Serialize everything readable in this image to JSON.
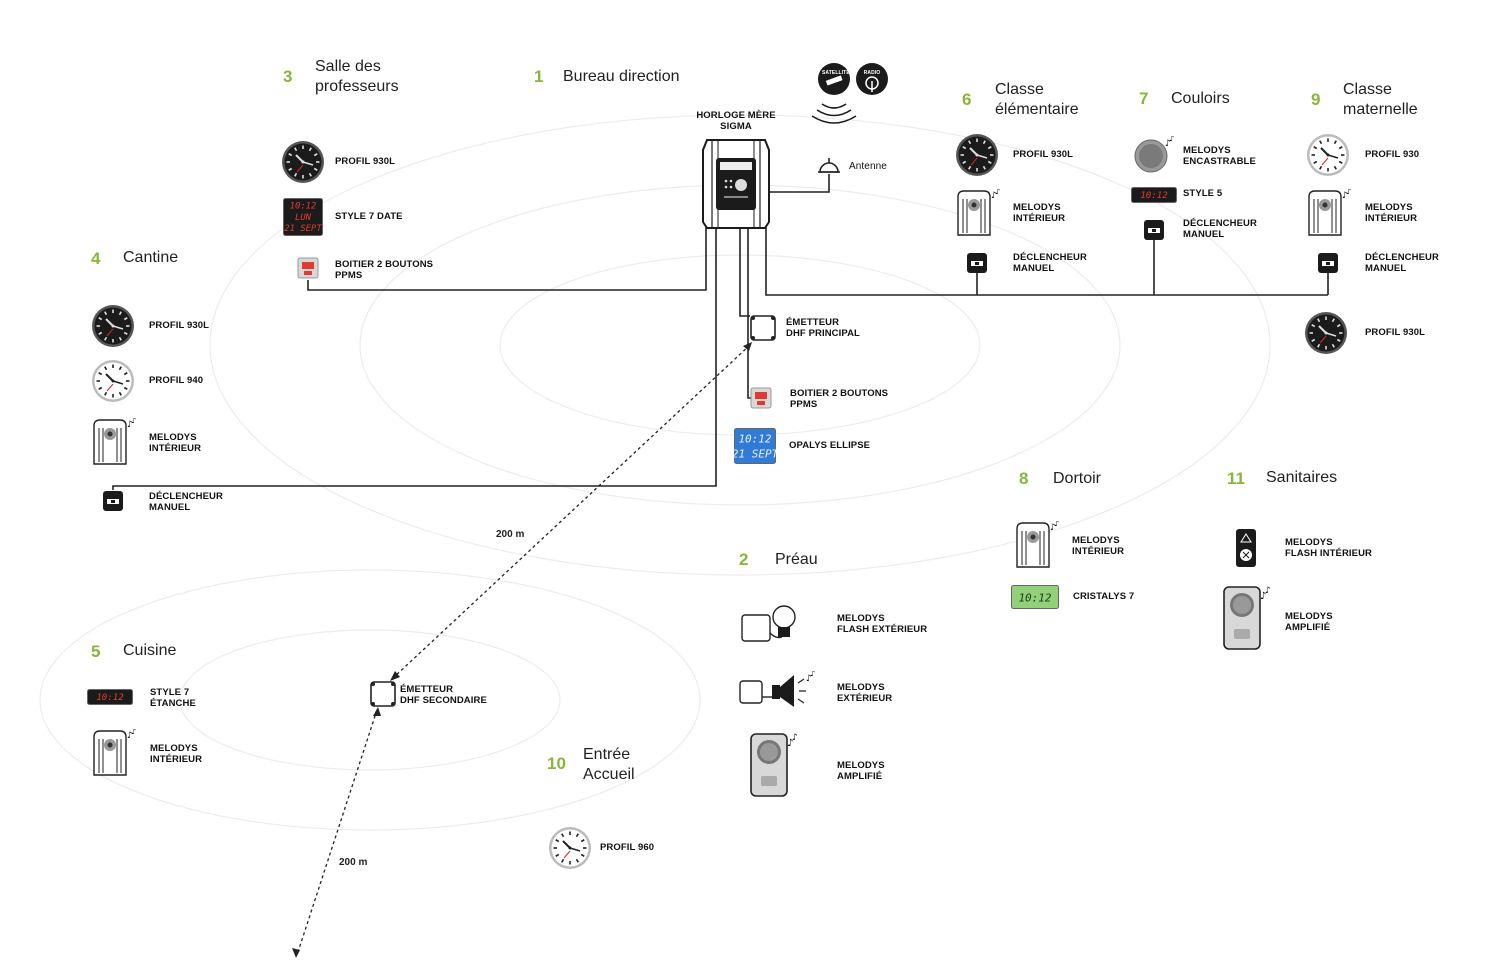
{
  "colors": {
    "accent": "#8ab43a",
    "wire": "#222222",
    "ring": "#e6e6e6",
    "device_dark": "#1b1b1b",
    "device_red": "#e23a2e",
    "lcd_blue": "#2f7bd6",
    "lcd_green": "#93d07a"
  },
  "master": {
    "title_line1": "HORLOGE MÈRE",
    "title_line2": "SIGMA",
    "antenna_label": "Antenne",
    "badge_satellite": "SATELLITE",
    "badge_radio": "RADIO"
  },
  "distances": {
    "first": "200 m",
    "second": "200 m"
  },
  "zones": [
    {
      "id": "bureau",
      "number": "1",
      "name_line1": "Bureau direction",
      "name_line2": ""
    },
    {
      "id": "preau",
      "number": "2",
      "name_line1": "Préau",
      "name_line2": ""
    },
    {
      "id": "salle",
      "number": "3",
      "name_line1": "Salle des",
      "name_line2": "professeurs"
    },
    {
      "id": "cantine",
      "number": "4",
      "name_line1": "Cantine",
      "name_line2": ""
    },
    {
      "id": "cuisine",
      "number": "5",
      "name_line1": "Cuisine",
      "name_line2": ""
    },
    {
      "id": "elementaire",
      "number": "6",
      "name_line1": "Classe",
      "name_line2": "élémentaire"
    },
    {
      "id": "couloirs",
      "number": "7",
      "name_line1": "Couloirs",
      "name_line2": ""
    },
    {
      "id": "dortoir",
      "number": "8",
      "name_line1": "Dortoir",
      "name_line2": ""
    },
    {
      "id": "maternelle",
      "number": "9",
      "name_line1": "Classe",
      "name_line2": "maternelle"
    },
    {
      "id": "accueil",
      "number": "10",
      "name_line1": "Entrée",
      "name_line2": "Accueil"
    },
    {
      "id": "sanitaires",
      "number": "11",
      "name_line1": "Sanitaires",
      "name_line2": ""
    }
  ],
  "devices": [
    {
      "id": "salle-profil-930l",
      "icon": "clock-dark",
      "line1": "PROFIL 930L",
      "line2": ""
    },
    {
      "id": "salle-style-7-date",
      "icon": "led-date",
      "line1": "STYLE 7 DATE",
      "line2": "",
      "display": [
        "10:12",
        "LUN",
        "21 SEPT"
      ]
    },
    {
      "id": "salle-boitier",
      "icon": "ppms-box",
      "line1": "BOITIER 2 BOUTONS",
      "line2": "PPMS"
    },
    {
      "id": "cantine-profil-930l",
      "icon": "clock-dark",
      "line1": "PROFIL 930L",
      "line2": ""
    },
    {
      "id": "cantine-profil-940",
      "icon": "clock-white",
      "line1": "PROFIL 940",
      "line2": ""
    },
    {
      "id": "cantine-melodys",
      "icon": "speaker-indoor",
      "line1": "MELODYS",
      "line2": "INTÉRIEUR"
    },
    {
      "id": "cantine-declencheur",
      "icon": "trigger",
      "line1": "DÉCLENCHEUR",
      "line2": "MANUEL"
    },
    {
      "id": "emetteur-principal",
      "icon": "transmitter",
      "line1": "ÉMETTEUR",
      "line2": "DHF PRINCIPAL"
    },
    {
      "id": "bureau-boitier",
      "icon": "ppms-box",
      "line1": "BOITIER 2 BOUTONS",
      "line2": "PPMS"
    },
    {
      "id": "opalys",
      "icon": "lcd-blue",
      "line1": "OPALYS ELLIPSE",
      "line2": "",
      "display": [
        "10:12",
        "21 SEPT"
      ]
    },
    {
      "id": "elem-profil-930l",
      "icon": "clock-dark",
      "line1": "PROFIL 930L",
      "line2": ""
    },
    {
      "id": "elem-melodys",
      "icon": "speaker-indoor",
      "line1": "MELODYS",
      "line2": "INTÉRIEUR"
    },
    {
      "id": "elem-declencheur",
      "icon": "trigger",
      "line1": "DÉCLENCHEUR",
      "line2": "MANUEL"
    },
    {
      "id": "couloirs-melodys",
      "icon": "speaker-round",
      "line1": "MELODYS",
      "line2": "ENCASTRABLE"
    },
    {
      "id": "couloirs-style5",
      "icon": "led-small",
      "line1": "STYLE 5",
      "line2": "",
      "display": [
        "10:12"
      ]
    },
    {
      "id": "couloirs-declencheur",
      "icon": "trigger",
      "line1": "DÉCLENCHEUR",
      "line2": "MANUEL"
    },
    {
      "id": "mat-profil-930",
      "icon": "clock-white",
      "line1": "PROFIL 930",
      "line2": ""
    },
    {
      "id": "mat-melodys",
      "icon": "speaker-indoor",
      "line1": "MELODYS",
      "line2": "INTÉRIEUR"
    },
    {
      "id": "mat-declencheur",
      "icon": "trigger",
      "line1": "DÉCLENCHEUR",
      "line2": "MANUEL"
    },
    {
      "id": "mat-profil-930l",
      "icon": "clock-dark",
      "line1": "PROFIL 930L",
      "line2": ""
    },
    {
      "id": "dortoir-melodys",
      "icon": "speaker-indoor",
      "line1": "MELODYS",
      "line2": "INTÉRIEUR"
    },
    {
      "id": "dortoir-cristalys",
      "icon": "lcd-green",
      "line1": "CRISTALYS 7",
      "line2": "",
      "display": [
        "10:12"
      ]
    },
    {
      "id": "sanitaires-flash",
      "icon": "flash-indoor",
      "line1": "MELODYS",
      "line2": "FLASH INTÉRIEUR"
    },
    {
      "id": "sanitaires-amplifie",
      "icon": "speaker-amplified",
      "line1": "MELODYS",
      "line2": "AMPLIFIÉ"
    },
    {
      "id": "preau-flash",
      "icon": "flash-outdoor",
      "line1": "MELODYS",
      "line2": "FLASH EXTÉRIEUR"
    },
    {
      "id": "preau-exterieur",
      "icon": "horn",
      "line1": "MELODYS",
      "line2": "EXTÉRIEUR"
    },
    {
      "id": "preau-amplifie",
      "icon": "speaker-amplified",
      "line1": "MELODYS",
      "line2": "AMPLIFIÉ"
    },
    {
      "id": "cuisine-style7",
      "icon": "led-small",
      "line1": "STYLE 7",
      "line2": "ÉTANCHE",
      "display": [
        "10:12"
      ]
    },
    {
      "id": "cuisine-melodys",
      "icon": "speaker-indoor",
      "line1": "MELODYS",
      "line2": "INTÉRIEUR"
    },
    {
      "id": "emetteur-secondaire",
      "icon": "transmitter",
      "line1": "ÉMETTEUR",
      "line2": "DHF SECONDAIRE"
    },
    {
      "id": "accueil-profil-960",
      "icon": "clock-white",
      "line1": "PROFIL 960",
      "line2": ""
    }
  ]
}
